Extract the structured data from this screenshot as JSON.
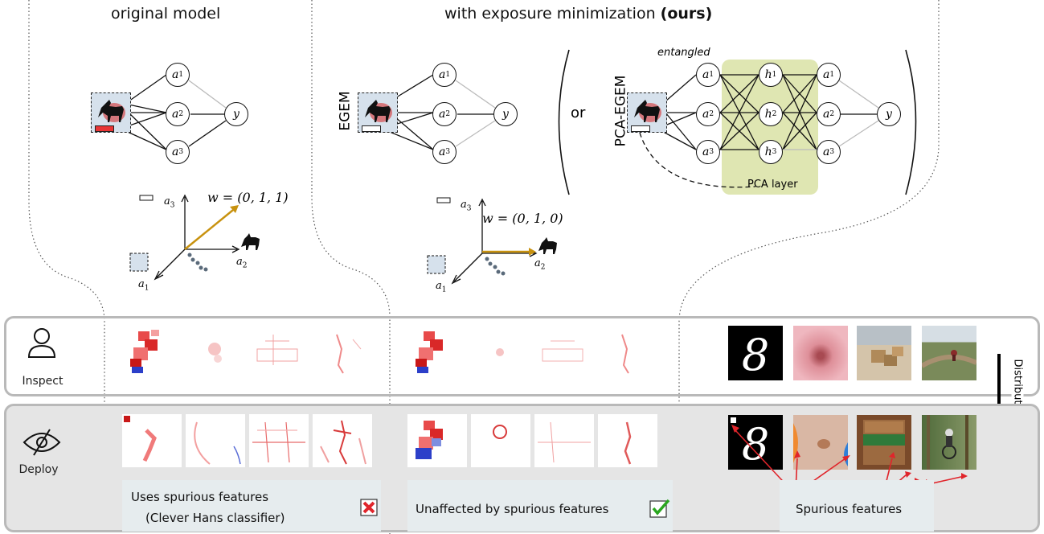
{
  "titles": {
    "original": "original model",
    "ours_prefix": "with exposure minimization",
    "ours_bold": "(ours)"
  },
  "diagram": {
    "nodes_a": [
      "a",
      "a",
      "a"
    ],
    "node_subs": [
      "1",
      "2",
      "3"
    ],
    "node_y": "y",
    "node_h": "h",
    "egem_label": "EGEM",
    "or_label": "or",
    "pca_egem_label": "PCA-EGEM",
    "entangled_label": "entangled",
    "pca_layer_label": "PCA layer",
    "w_original": "w = (0, 1, 1)",
    "w_ours": "w = (0, 1, 0)",
    "axis_a1": "a",
    "axis_a2": "a",
    "axis_a3": "a"
  },
  "rows": {
    "inspect_label": "Inspect",
    "deploy_label": "Deploy",
    "distribution_shift": "Distribution shift"
  },
  "cards": {
    "original_line1": "Uses spurious features",
    "original_line2": "(Clever Hans classifier)",
    "ours_text": "Unaffected by spurious features",
    "spurious_text": "Spurious features"
  },
  "colors": {
    "accent_gold": "#c8920f",
    "pca_green": "#dfe6b2",
    "panel_gray": "#e9e9e9",
    "card_bg": "#e6ecee",
    "red": "#e0252b",
    "blue": "#1f3fbf",
    "check_green": "#2aa61f"
  },
  "icons": [
    "user-icon",
    "eye-slash-icon",
    "red-x-icon",
    "green-check-icon",
    "horse-icon"
  ]
}
